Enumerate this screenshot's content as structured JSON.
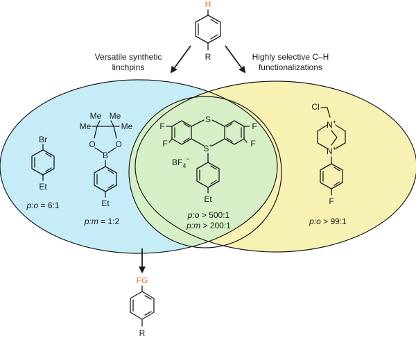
{
  "colors": {
    "left_region": "#c6ecf7",
    "right_region": "#f7f1b4",
    "overlap_region": "#d7efc7",
    "accent": "#e0762f",
    "ink": "#1a1a1a"
  },
  "top_molecule": {
    "para_atom": "H",
    "substituent": "R"
  },
  "left_caption": {
    "line1": "Versatile synthetic",
    "line2": "linchpins"
  },
  "right_caption": {
    "line1": "Highly selective C–H",
    "line2": "functionalizations"
  },
  "bromo": {
    "halogen": "Br",
    "substituent": "Et",
    "ratio_label": "p:o",
    "ratio_value": " = 6:1"
  },
  "boronate": {
    "me_tl": "Me",
    "me_tr": "Me",
    "me_bl": "Me",
    "me_br": "Me",
    "o_left": "O",
    "o_right": "O",
    "boron": "B",
    "substituent": "Et",
    "ratio_label": "p:m",
    "ratio_value": " = 1:2"
  },
  "thianthrenium": {
    "f_tl": "F",
    "f_tr": "F",
    "f_bl": "F",
    "f_br": "F",
    "sulfur_top": "S",
    "sulfur_cation": "S",
    "counterion": "BF",
    "counterion_sub": "4",
    "counterion_sup": "−",
    "substituent": "Et",
    "ratio1_label": "p:o",
    "ratio1_value": " > 500:1",
    "ratio2_label": "p:m",
    "ratio2_value": " > 200:1"
  },
  "selectfluor": {
    "chloro": "Cl",
    "n_top": "N",
    "n_bottom": "N",
    "plus": "+",
    "fluoro": "F",
    "ratio_label": "p:o",
    "ratio_value": " > 99:1"
  },
  "bottom_molecule": {
    "para_atom": "FG",
    "substituent": "R"
  }
}
